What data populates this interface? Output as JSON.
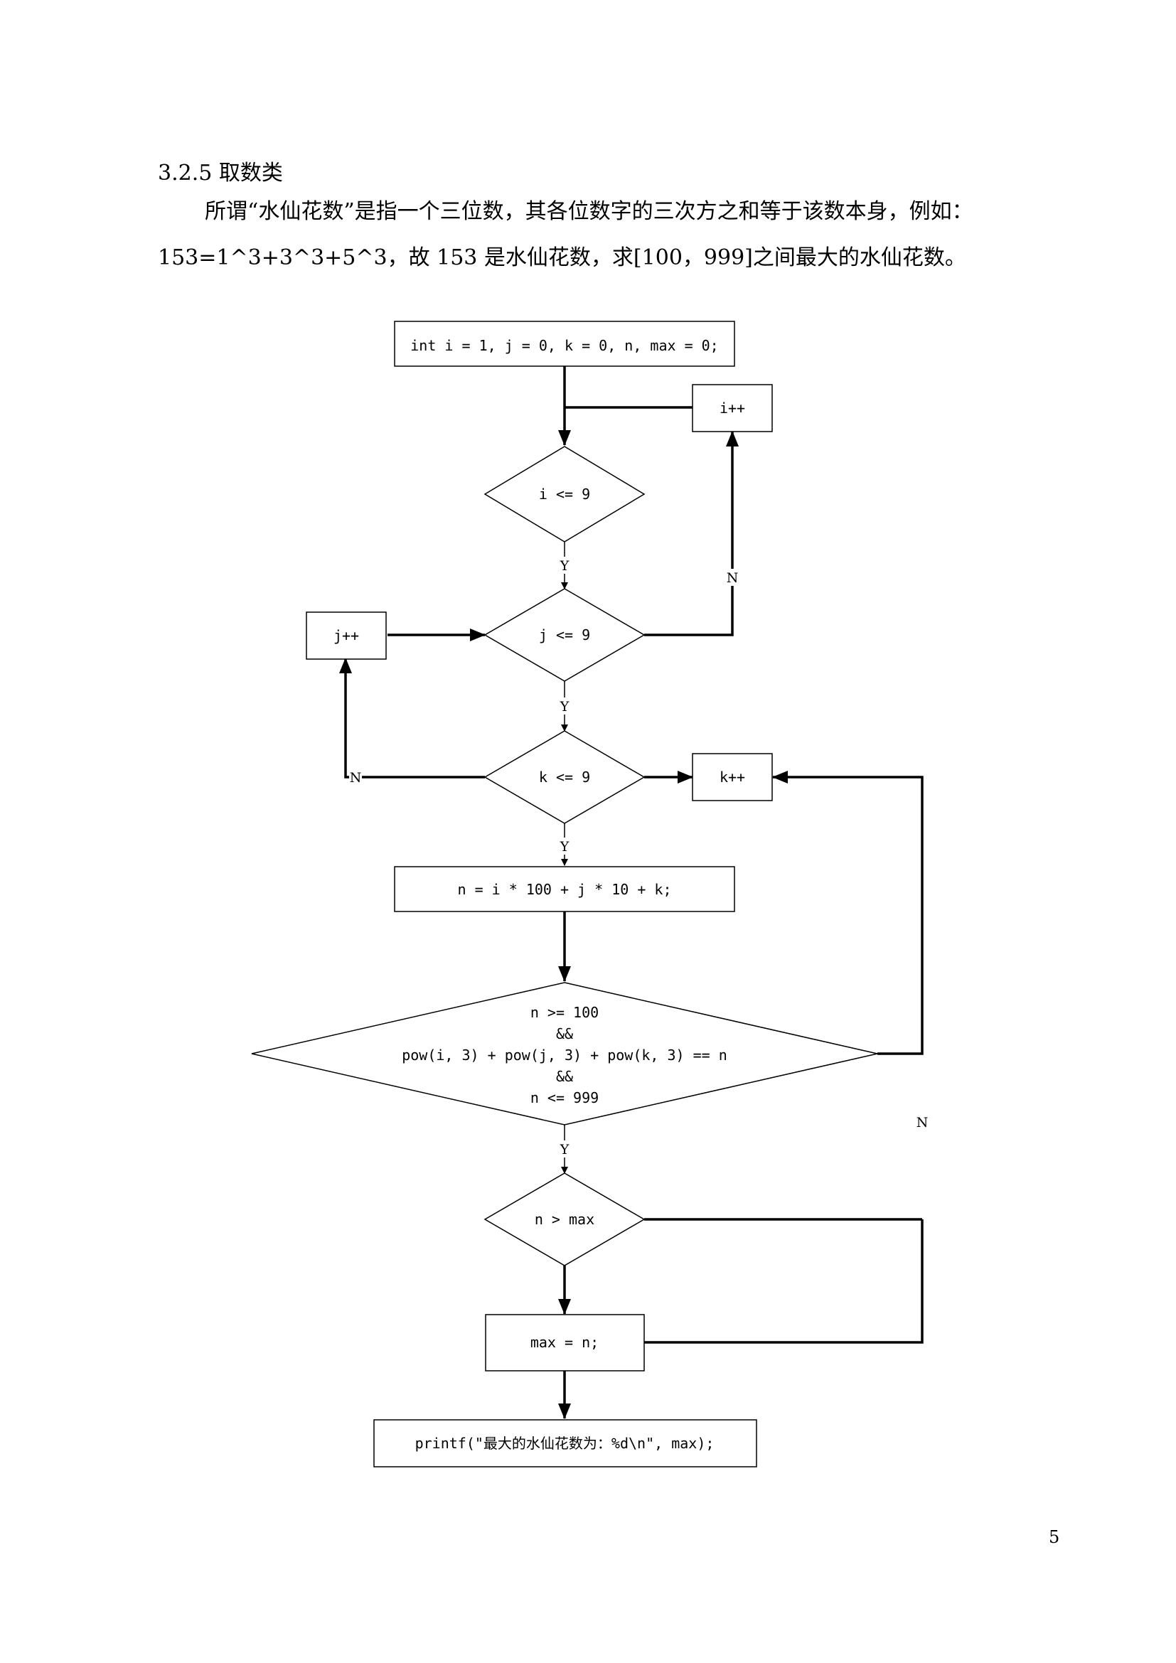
{
  "section": {
    "heading": "3.2.5 取数类"
  },
  "paragraph": {
    "line1": "所谓“水仙花数”是指一个三位数，其各位数字的三次方之和等于该数本身，例如：",
    "line2": "153=1^3+3^3+5^3，故 153 是水仙花数，求[100，999]之间最大的水仙花数。"
  },
  "flowchart": {
    "init": "int i = 1, j = 0, k = 0, n, max = 0;",
    "i_inc": "i++",
    "cond_i": "i <= 9",
    "j_inc": "j++",
    "cond_j": "j <= 9",
    "cond_k": "k <= 9",
    "k_inc": "k++",
    "calc_n": "n = i * 100 + j * 10 + k;",
    "cond_narc": {
      "line1": "n >= 100",
      "line2": "&&",
      "line3": "pow(i, 3) + pow(j, 3) + pow(k, 3) == n",
      "line4": "&&",
      "line5": "n <= 999"
    },
    "cond_max": "n > max",
    "assign_max": "max = n;",
    "print": "printf(\"最大的水仙花数为：%d\\n\", max);",
    "labels": {
      "yes": "Y",
      "no": "N"
    }
  },
  "page_number": "5"
}
